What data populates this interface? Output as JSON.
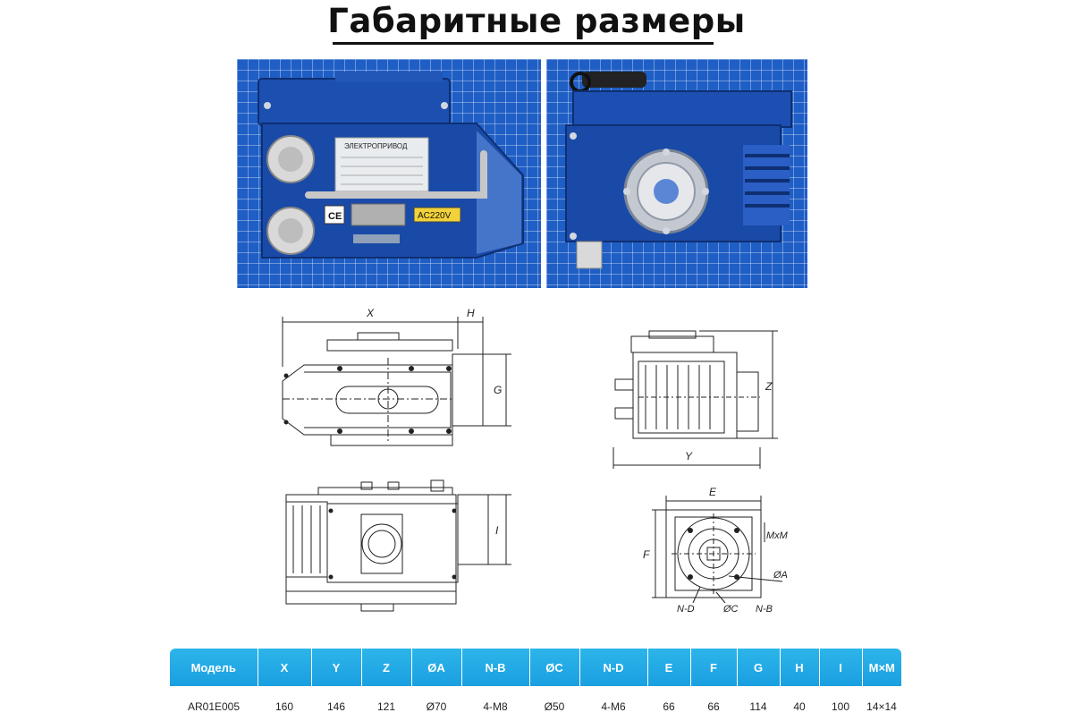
{
  "page": {
    "title": "Габаритные размеры"
  },
  "photos": {
    "left": {
      "label_brand": "ЭЛЕКТРОПРИВОД",
      "label_voltage": "AC220V",
      "label_ce": "CE"
    }
  },
  "drawings": {
    "top_view_labels": {
      "x": "X",
      "h": "H",
      "g": "G"
    },
    "side_view_labels": {
      "z": "Z",
      "y": "Y"
    },
    "front_view_labels": {
      "i": "I"
    },
    "flange_view_labels": {
      "e": "E",
      "f": "F",
      "mxm": "MxM",
      "oa": "ØA",
      "nd": "N-D",
      "oc": "ØC",
      "nb": "N-B"
    }
  },
  "table": {
    "headers": [
      "Модель",
      "X",
      "Y",
      "Z",
      "ØA",
      "N-B",
      "ØC",
      "N-D",
      "E",
      "F",
      "G",
      "H",
      "I",
      "M×M"
    ],
    "rows": [
      [
        "AR01E005",
        "160",
        "146",
        "121",
        "Ø70",
        "4-M8",
        "Ø50",
        "4-M6",
        "66",
        "66",
        "114",
        "40",
        "100",
        "14×14"
      ]
    ]
  },
  "colors": {
    "photo_background": "#1f5ec4",
    "table_header": "#1a9fe0",
    "actuator_blue": "#1c4fb0"
  }
}
